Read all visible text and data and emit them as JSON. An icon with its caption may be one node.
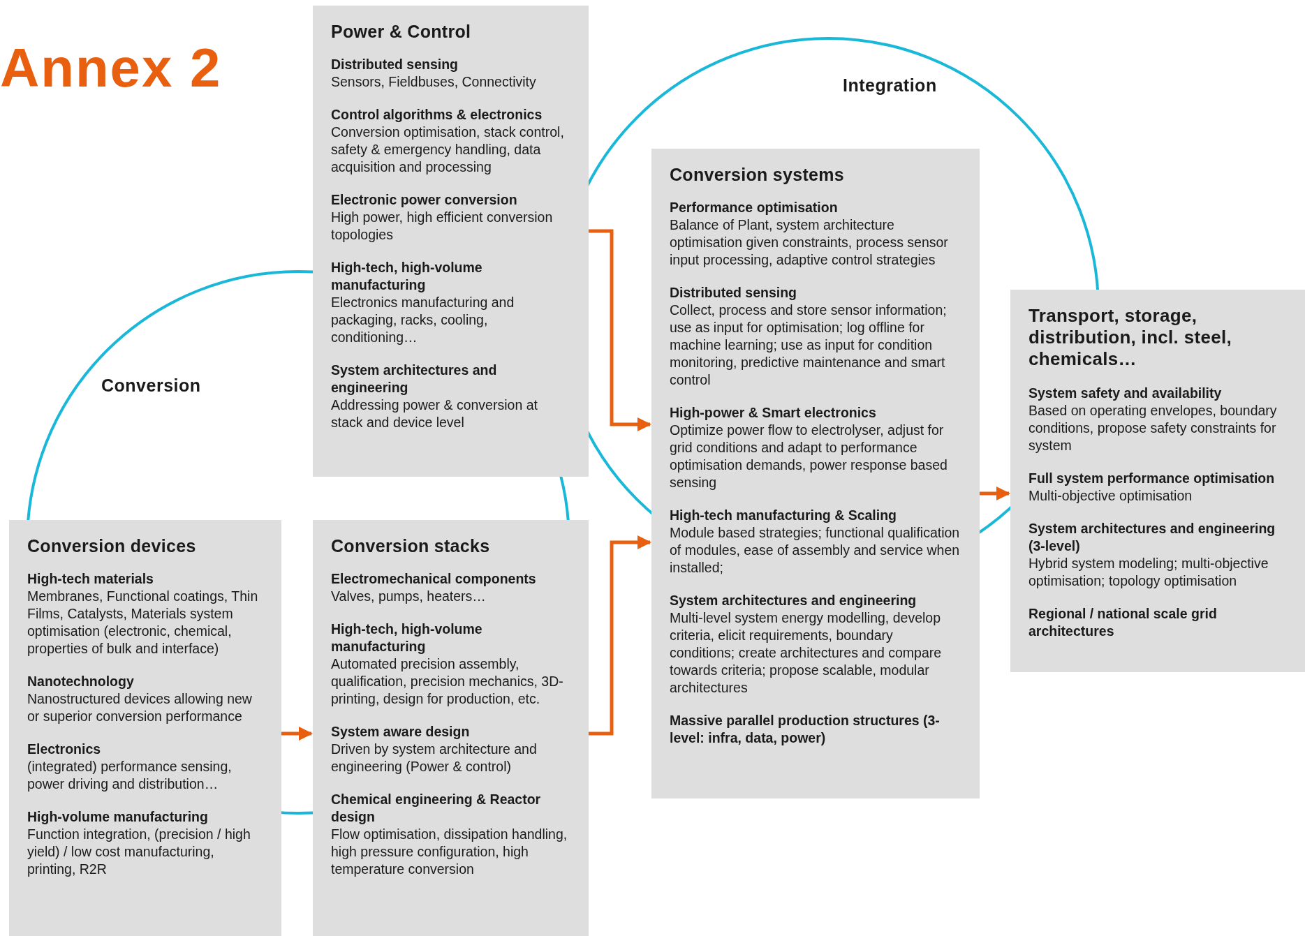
{
  "diagram": {
    "title": "Annex 2",
    "nodes": [
      {
        "text": [
          "Power & Control",
          "Distributed sensing",
          "Sensors, Fieldbuses, Connectivity",
          "Control algorithms & electronics",
          "Conversion optimisation, stack control, safety & emergency handling, data acquisition and processing",
          "Electronic power conversion",
          "High power, high efficient conversion topologies",
          "High-tech, high-volume manufacturing",
          "Electronics manufacturing and packaging, racks, cooling, conditioning…",
          "System architectures and engineering",
          "Addressing power & conversion at stack and device level"
        ]
      },
      {
        "text": [
          "Conversion devices",
          "High-tech materials",
          "Membranes, Functional coatings, Thin Films, Catalysts, Materials system optimisation (electronic, chemical, properties of bulk and interface)",
          "Nanotechnology",
          "Nanostructured devices allowing new or superior conversion performance",
          "Electronics",
          "(integrated) performance sensing, power driving and distribution…",
          "High-volume manufacturing",
          "Function integration, (precision / high yield) / low cost manufacturing, printing, R2R"
        ]
      },
      {
        "text": [
          "Conversion stacks",
          "Electromechanical components",
          "Valves, pumps, heaters…",
          "High-tech, high-volume manufacturing",
          "Automated precision assembly, qualification, precision mechanics, 3D-printing, design for production, etc.",
          "System aware design",
          "Driven by system architecture and engineering (Power & control)",
          "Chemical engineering & Reactor design",
          "Flow optimisation, dissipation handling, high pressure configuration, high temperature conversion"
        ]
      },
      {
        "text": [
          "Conversion systems",
          "Performance optimisation",
          "Balance of Plant, system architecture optimisation given constraints, process sensor input processing, adaptive control strategies",
          "Distributed sensing",
          "Collect, process and store sensor information; use as input for optimisation; log offline for machine learning; use as input for condition monitoring, predictive maintenance and smart control",
          "High-power & Smart electronics",
          "Optimize power flow to electrolyser, adjust for grid conditions and adapt to performance optimisation demands, power response based sensing",
          "High-tech manufacturing & Scaling",
          "Module based strategies; functional qualification of modules, ease of assembly and service when installed;",
          "System architectures and engineering",
          "Multi-level system energy modelling, develop criteria, elicit requirements, boundary conditions; create architectures and compare towards criteria; propose scalable, modular architectures",
          "Massive parallel production structures (3-level: infra, data, power)"
        ]
      },
      {
        "text": [
          "Transport, storage, distribution, incl. steel, chemicals…",
          "System safety and availability",
          "Based on operating envelopes, boundary conditions, propose safety constraints for system",
          "Full system performance optimisation",
          "Multi-objective optimisation",
          "System architectures and engineering (3-level)",
          "Hybrid system modeling; multi-objective optimisation; topology optimisation",
          "Regional / national scale grid architectures"
        ]
      }
    ],
    "edges": [
      {
        "from": 1,
        "to": 2,
        "arrow": "to"
      },
      {
        "from": 0,
        "to": 3,
        "arrow": "to"
      },
      {
        "from": 2,
        "to": 3,
        "arrow": "to"
      },
      {
        "from": 3,
        "to": 4,
        "arrow": "to"
      }
    ],
    "labels": [
      "Integration",
      "Conversion"
    ]
  }
}
